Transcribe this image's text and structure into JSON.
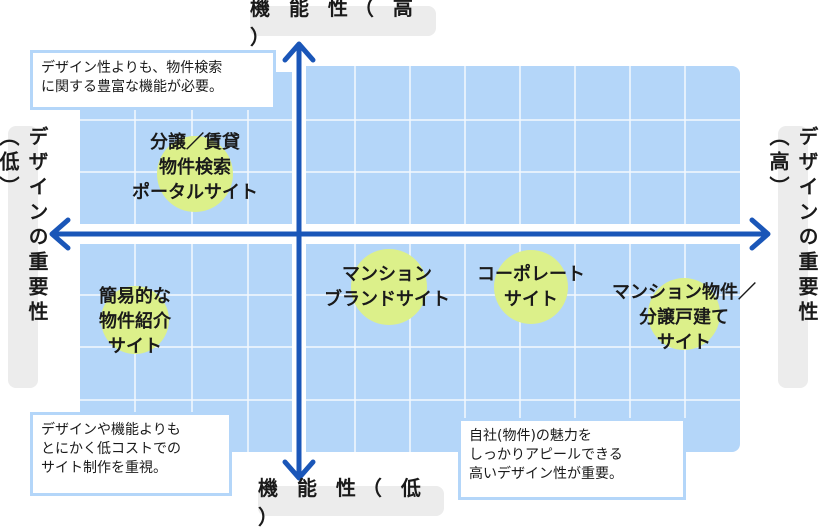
{
  "axes": {
    "top_label": "機 能 性（ 高 ）",
    "bottom_label": "機 能 性（ 低 ）",
    "left_label": "デザインの重要性（低）",
    "right_label": "デザインの重要性（高）"
  },
  "notes": {
    "top_left": [
      "デザイン性よりも、物件検索",
      "に関する豊富な機能が必要。"
    ],
    "bottom_left": [
      "デザインや機能よりも",
      "とにかく低コストでの",
      "サイト制作を重視。"
    ],
    "bottom_right": [
      "自社(物件)の魅力を",
      "しっかりアピールできる",
      "高いデザイン性が重要。"
    ]
  },
  "items": {
    "portal": [
      "分譲／賃貸",
      "物件検索",
      "ポータルサイト"
    ],
    "simple": [
      "簡易的な",
      "物件紹介",
      "サイト"
    ],
    "mansion_brand": [
      "マンション",
      "ブランドサイト"
    ],
    "corporate": [
      "コーポレート",
      "サイト"
    ],
    "mansion_house": [
      "マンション物件／",
      "分譲戸建て",
      "サイト"
    ]
  },
  "colors": {
    "quadrant": "#b4d6f9",
    "grid": "#ffffff",
    "axis": "#1a56b8",
    "circle": "#dcf08a",
    "label_bg": "#ececec"
  }
}
